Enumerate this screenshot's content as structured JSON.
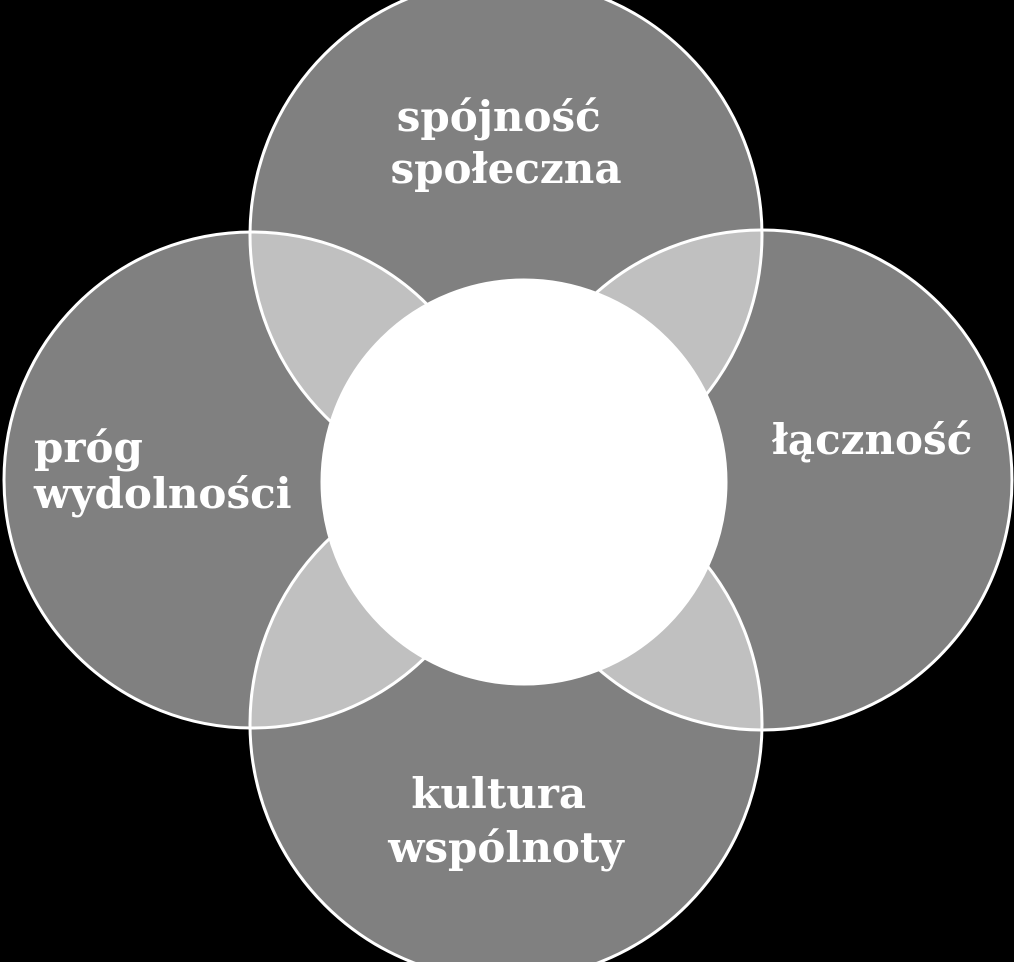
{
  "diagram": {
    "background": "#000000",
    "circle_fill": "#808080",
    "overlap_fill": "#c0c0c0",
    "stroke_color": "#ffffff",
    "center_fill": "#ffffff",
    "text_color": "#ffffff",
    "nodes": [
      {
        "id": "top",
        "lines": [
          "spójność",
          "społeczna"
        ]
      },
      {
        "id": "right",
        "lines": [
          "łączność"
        ]
      },
      {
        "id": "bottom",
        "lines": [
          "kultura",
          "wspólnoty"
        ]
      },
      {
        "id": "left",
        "lines": [
          "próg",
          "wydolności"
        ]
      }
    ]
  }
}
